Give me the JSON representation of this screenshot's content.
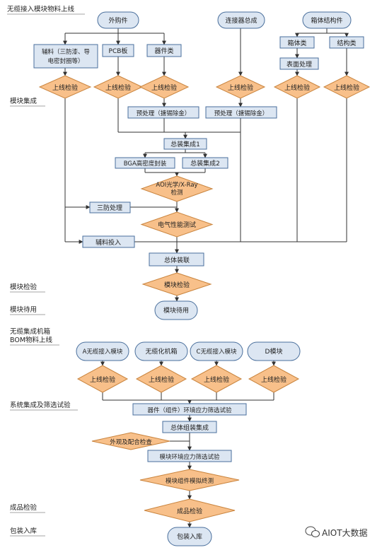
{
  "stages": {
    "s1": "无缆接入模块物料上线",
    "s2": "模块集成",
    "s3": "模块检验",
    "s4": "模块待用",
    "s5a": "无缆集成机箱",
    "s5b": "BOM物料上线",
    "s6": "系统集成及筛选试验",
    "s7": "成品检验",
    "s8": "包装入库"
  },
  "nodes": {
    "waigoujian": "外购件",
    "lianjieqi": "连接器总成",
    "xiangti_struct": "箱体结构件",
    "fuliao_1": "辅料（三防漆、导",
    "fuliao_2": "电密封圈等）",
    "pcb": "PCB板",
    "qijianlei": "器件类",
    "xiangtilei": "箱体类",
    "jiegoulei": "结构类",
    "biaomian": "表面处理",
    "insp1": "上线检验",
    "insp2": "上线检验",
    "insp3": "上线检验",
    "insp4": "上线检验",
    "insp5": "上线检验",
    "insp6": "上线检验",
    "preproc1": "预处理（搪锡除金）",
    "preproc2": "预处理（搪锡除金）",
    "zongzhuang1": "总装集成1",
    "bga": "BGA高密度封装",
    "zongzhuang2": "总装集成2",
    "aoi_1": "AOI光学/X-Ray",
    "aoi_2": "检测",
    "sanfang": "三防处理",
    "dianqi": "电气性能测试",
    "fuliaotouru": "辅料投入",
    "zongtizhuanglian": "总体装联",
    "mokuaijianyan": "模块检验",
    "mokuaidaiyong": "模块待用",
    "modA": "A无缆接入模块",
    "wulanhua": "无缆化机箱",
    "modC": "C无缆接入模块",
    "modD": "D模块",
    "insp7": "上线检验",
    "insp8": "上线检验",
    "insp9": "上线检验",
    "insp10": "上线检验",
    "qijianhuanjing": "器件（组件）环境应力筛选试验",
    "zongtizujian": "总体组装集成",
    "waiguan": "外观及配合检查",
    "mokuaihuanjing": "模块环境应力筛选试验",
    "mokuaizujian": "模块组件模拟终测",
    "chengpin": "成品检验",
    "baozhuang": "包装入库"
  },
  "watermark": "AIOT大数据",
  "colors": {
    "blue_fill": "#dce6f2",
    "blue_stroke": "#4a6f9c",
    "orange_fill": "#f8c08a",
    "orange_stroke": "#c9843e",
    "line": "#333333"
  }
}
